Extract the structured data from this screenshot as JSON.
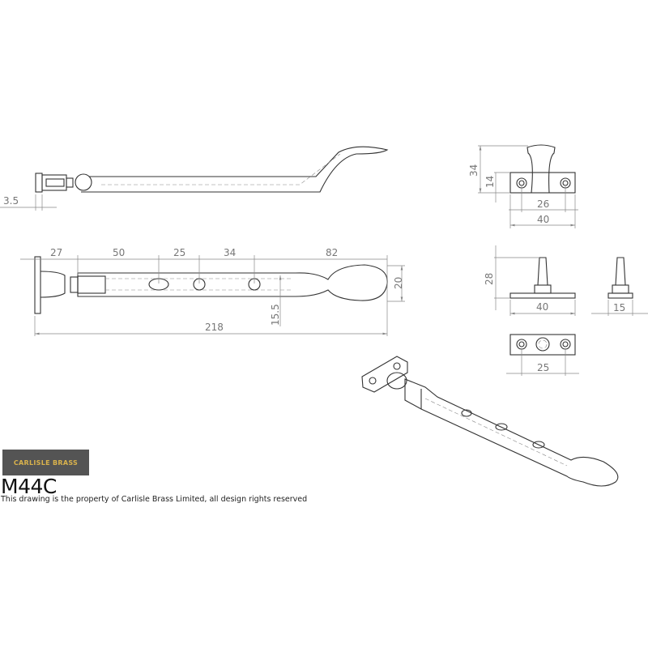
{
  "brand": {
    "logo_text": "CARLISLE BRASS",
    "logo_bg": "#545454",
    "logo_fg": "#d9b24c"
  },
  "product": {
    "code": "M44C",
    "caption": "This drawing is the property of Carlisle Brass Limited, all design rights reserved"
  },
  "side_view": {
    "dims": {
      "plate_thickness": "3.5"
    }
  },
  "plan_view": {
    "dims": {
      "d1": "27",
      "d2": "50",
      "d3": "25",
      "d4": "34",
      "d5": "82",
      "handle_width": "20",
      "bar_offset": "15.5",
      "overall_length": "218"
    }
  },
  "keep": {
    "top": {
      "height": "34",
      "plate_height": "14",
      "hole_centres": "26",
      "plate_width": "40"
    },
    "side": {
      "height": "28",
      "plate_width": "40"
    },
    "end": {
      "width": "15"
    },
    "base": {
      "hole_centres": "25"
    }
  }
}
